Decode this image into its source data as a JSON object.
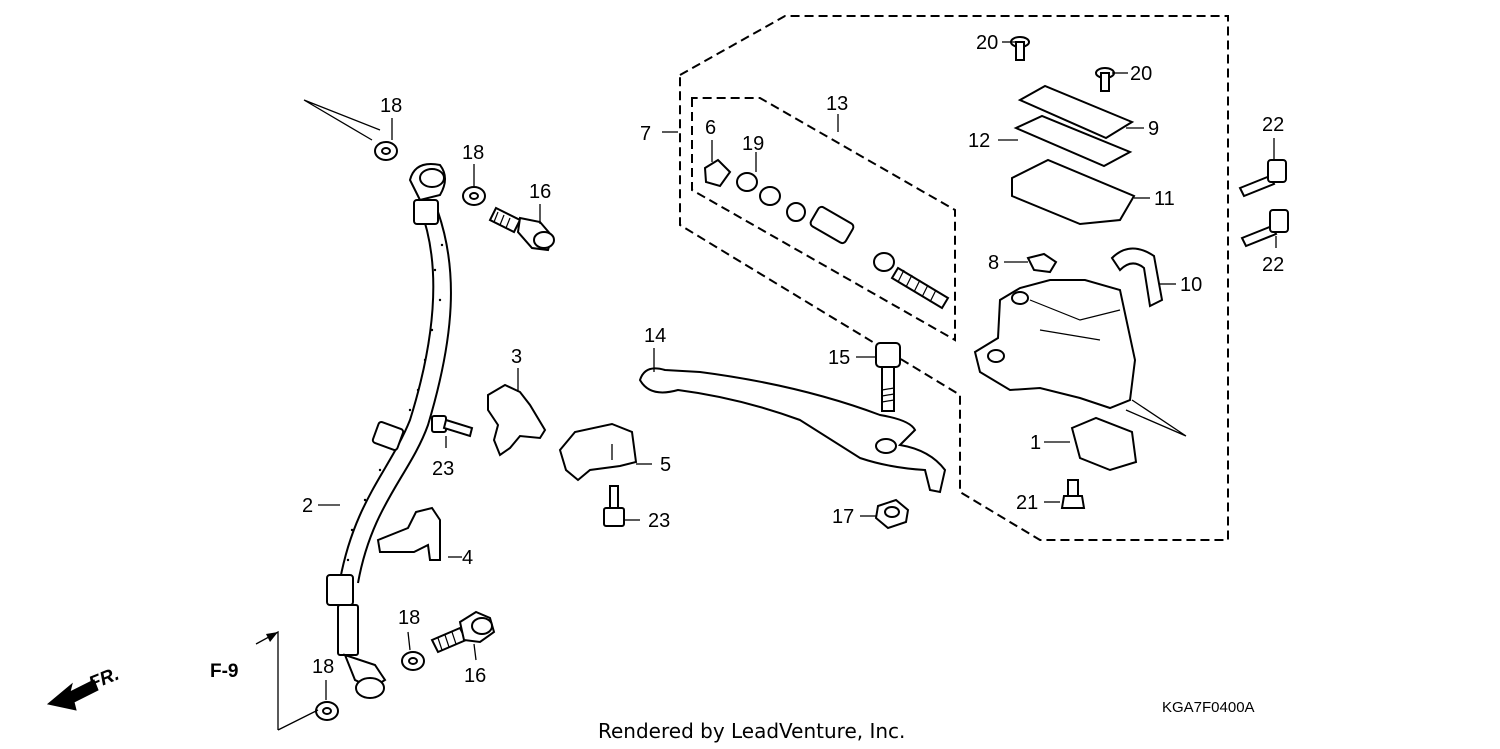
{
  "callouts": {
    "c1": "1",
    "c2": "2",
    "c3": "3",
    "c4": "4",
    "c5": "5",
    "c6": "6",
    "c7": "7",
    "c8": "8",
    "c9": "9",
    "c10": "10",
    "c11": "11",
    "c12": "12",
    "c13": "13",
    "c14": "14",
    "c15": "15",
    "c16a": "16",
    "c16b": "16",
    "c17": "17",
    "c18a": "18",
    "c18b": "18",
    "c18c": "18",
    "c18d": "18",
    "c19": "19",
    "c20a": "20",
    "c20b": "20",
    "c21": "21",
    "c22a": "22",
    "c22b": "22",
    "c23a": "23",
    "c23b": "23"
  },
  "reference": "F-9",
  "direction": "FR.",
  "diagram_code": "KGA7F0400A",
  "credit": "Rendered by LeadVenture, Inc."
}
